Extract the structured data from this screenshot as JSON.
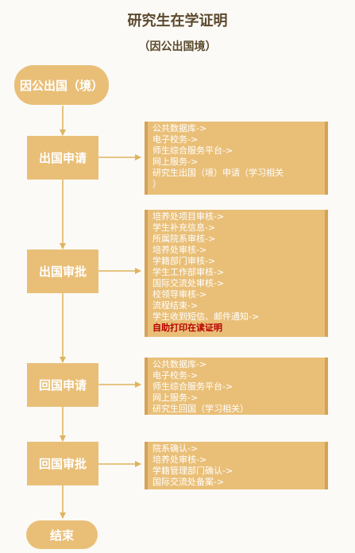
{
  "header": {
    "title": "研究生在学证明",
    "subtitle": "（因公出国境）"
  },
  "flow": {
    "start": "因公出国（境）",
    "steps": [
      {
        "label": "出国申请"
      },
      {
        "label": "出国审批"
      },
      {
        "label": "回国申请"
      },
      {
        "label": "回国审批"
      }
    ],
    "end": "结束"
  },
  "notes": [
    {
      "lines": [
        "公共数据库->",
        "电子校务->",
        "师生综合服务平台->",
        "网上服务->",
        "研究生出国（境）申请（学习相关",
        "）"
      ]
    },
    {
      "lines": [
        "培养处项目审核->",
        "学生补充信息->",
        "所属院系审核->",
        "培养处审核->",
        "学籍部门审核->",
        "学生工作部审核->",
        "国际交流处审核->",
        "校领导审核->",
        "流程结束->",
        "学生收到短信、邮件通知->"
      ],
      "highlight": "自助打印在读证明"
    },
    {
      "lines": [
        "公共数据库->",
        "电子校务->",
        "师生综合服务平台->",
        "网上服务->",
        "研究生回国（学习相关）"
      ]
    },
    {
      "lines": [
        "院系确认->",
        "培养处审核->",
        "学籍管理部门确认->",
        "国际交流处备案->"
      ]
    }
  ],
  "colors": {
    "node": "#e9bf78",
    "line": "#e0b35f",
    "highlight": "#b80000"
  }
}
